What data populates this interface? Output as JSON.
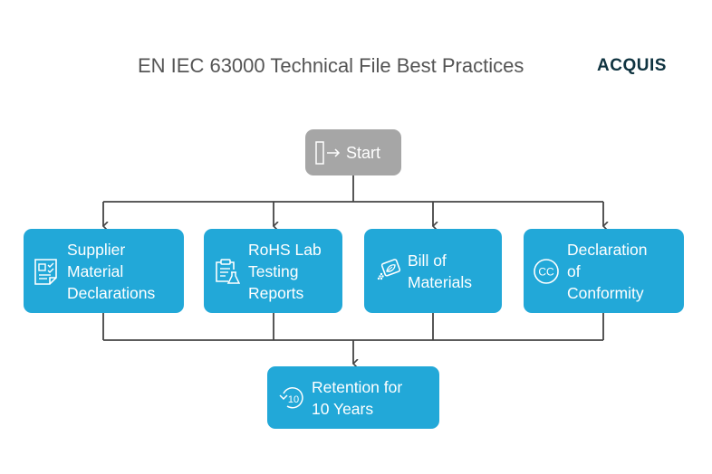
{
  "header": {
    "title": "EN IEC 63000 Technical File Best Practices",
    "logo": "ACQUIS"
  },
  "colors": {
    "node_blue": "#22a8d8",
    "start_gray": "#a6a6a6",
    "connector": "#444444",
    "title_text": "#555555",
    "logo_text": "#0f3340"
  },
  "diagram": {
    "start": {
      "label": "Start",
      "icon": "enter-arrow-icon"
    },
    "documents": [
      {
        "label": "Supplier Material Declarations",
        "lines": [
          "Supplier",
          "Material",
          "Declarations"
        ],
        "icon": "document-checklist-icon"
      },
      {
        "label": "RoHS Lab Testing Reports",
        "lines": [
          "RoHS Lab",
          "Testing",
          "Reports"
        ],
        "icon": "clipboard-flask-icon"
      },
      {
        "label": "Bill of Materials",
        "lines": [
          "Bill of",
          "Materials"
        ],
        "icon": "leaf-tag-icon"
      },
      {
        "label": "Declaration of Conformity",
        "lines": [
          "Declaration",
          "of",
          "Conformity"
        ],
        "icon": "ce-mark-icon"
      }
    ],
    "end": {
      "label": "Retention for 10 Years",
      "lines": [
        "Retention for",
        "10 Years"
      ],
      "icon": "history-10-icon"
    }
  }
}
